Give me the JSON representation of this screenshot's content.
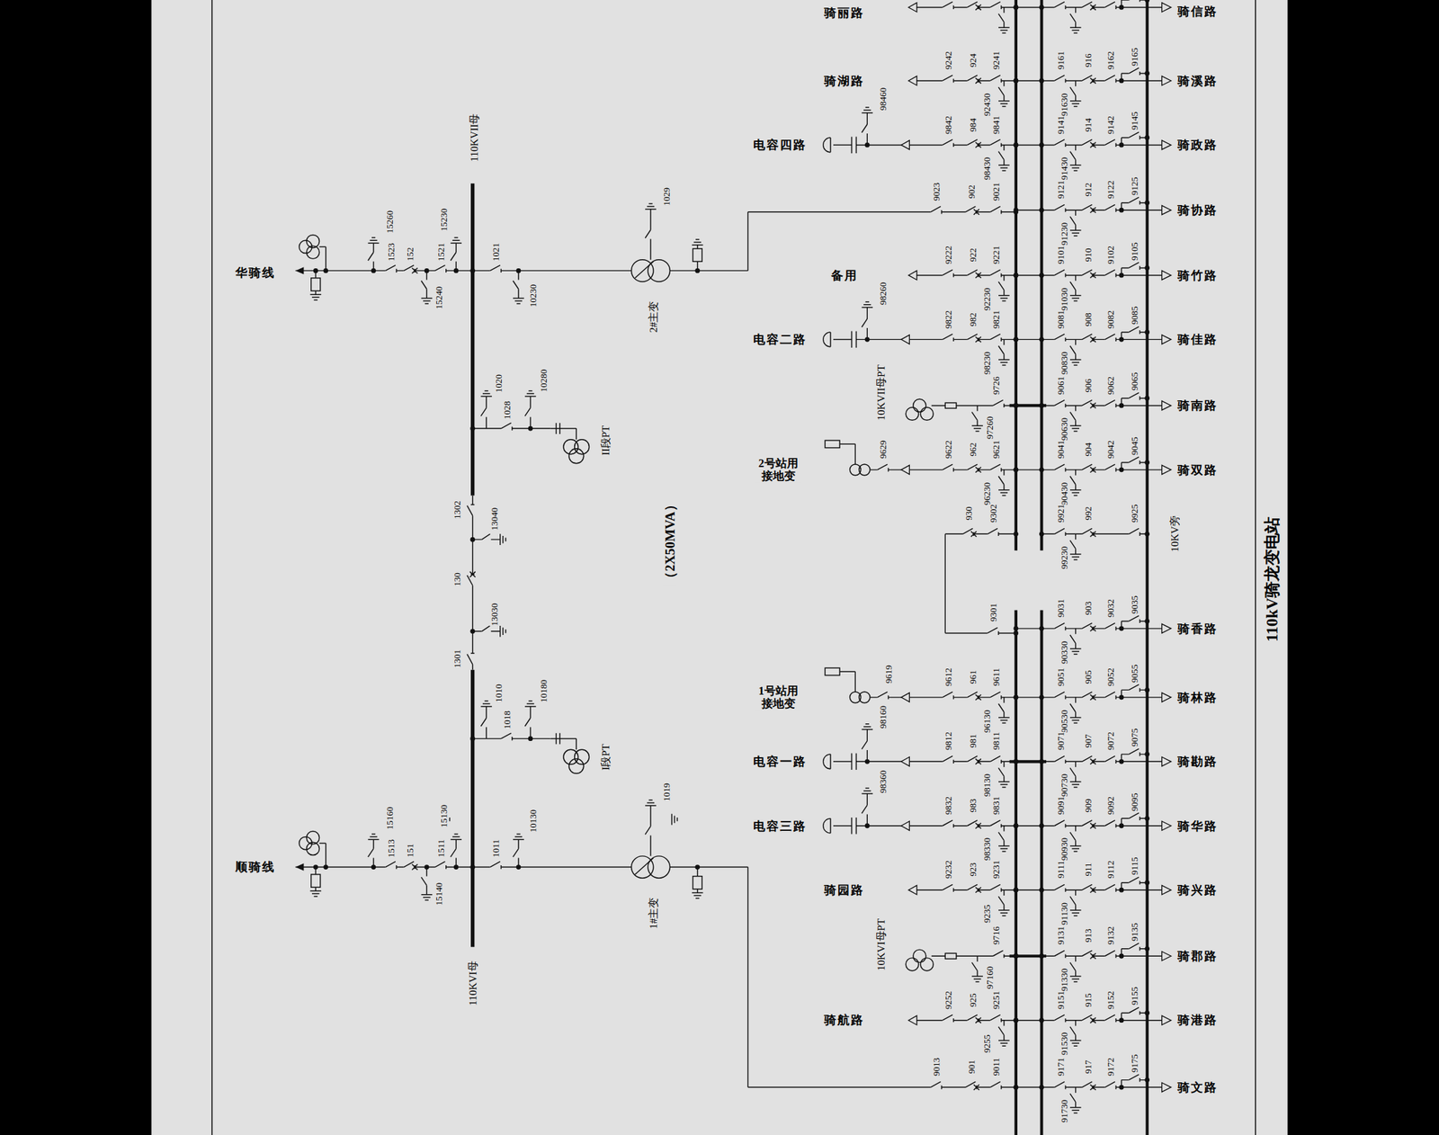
{
  "diagram": {
    "title": "110kV骑龙变电站",
    "labels": [
      "110KVII母",
      "华骑线",
      "15260",
      "1523",
      "152",
      "15240",
      "1521",
      "15230",
      "1021",
      "10230",
      "1029",
      "2#主变",
      "1028",
      "1020",
      "10280",
      "II段PT",
      "1302",
      "13040",
      "130",
      "13030",
      "1301",
      "（2X50MVA）",
      "1018",
      "1010",
      "10180",
      "I段PT",
      "顺骑线",
      "15160",
      "1513",
      "151",
      "15140",
      "1511",
      "15130",
      "1011",
      "10130",
      "1019",
      "1#主变",
      "110KVI母",
      "骑丽路",
      "骑湖路",
      "9242",
      "924",
      "9241",
      "92430",
      "电容四路",
      "98460",
      "9842",
      "984",
      "9841",
      "98430",
      "9023",
      "902",
      "9021",
      "备用",
      "9222",
      "922",
      "9221",
      "92230",
      "电容二路",
      "98260",
      "9822",
      "982",
      "9821",
      "98230",
      "10KVII母PT",
      "9726",
      "97260",
      "2号站用接地变",
      "9629",
      "9622",
      "962",
      "9621",
      "96230",
      "930",
      "9302",
      "9301",
      "1号站用接地变",
      "9619",
      "9612",
      "961",
      "9611",
      "96130",
      "电容一路",
      "98160",
      "9812",
      "981",
      "9811",
      "98130",
      "电容三路",
      "98360",
      "9832",
      "983",
      "9831",
      "98330",
      "骑园路",
      "9232",
      "923",
      "9231",
      "9235",
      "10KVI母PT",
      "9716",
      "97160",
      "骑航路",
      "9252",
      "925",
      "9251",
      "9255",
      "9013",
      "901",
      "9011",
      "骑信路",
      "9161",
      "91630",
      "916",
      "9162",
      "9165",
      "骑溪路",
      "9141",
      "91430",
      "914",
      "9142",
      "9145",
      "骑政路",
      "9121",
      "91230",
      "912",
      "9122",
      "9125",
      "骑协路",
      "9101",
      "91030",
      "910",
      "9102",
      "9105",
      "骑竹路",
      "9081",
      "90830",
      "908",
      "9082",
      "9085",
      "骑佳路",
      "9061",
      "90630",
      "906",
      "9062",
      "9065",
      "骑南路",
      "9041",
      "90430",
      "904",
      "9042",
      "9045",
      "骑双路",
      "9921",
      "99230",
      "992",
      "9925",
      "10KV旁",
      "9031",
      "90330",
      "903",
      "9032",
      "9035",
      "骑香路",
      "9051",
      "90530",
      "905",
      "9052",
      "9055",
      "骑林路",
      "9071",
      "90730",
      "907",
      "9072",
      "9075",
      "骑勘路",
      "9091",
      "90930",
      "909",
      "9092",
      "9095",
      "骑华路",
      "9111",
      "91130",
      "911",
      "9112",
      "9115",
      "骑兴路",
      "9131",
      "91330",
      "913",
      "9132",
      "9135",
      "骑郡路",
      "9151",
      "91530",
      "915",
      "9152",
      "9155",
      "骑港路",
      "9171",
      "91730",
      "917",
      "9172",
      "9175",
      "骑文路"
    ]
  }
}
